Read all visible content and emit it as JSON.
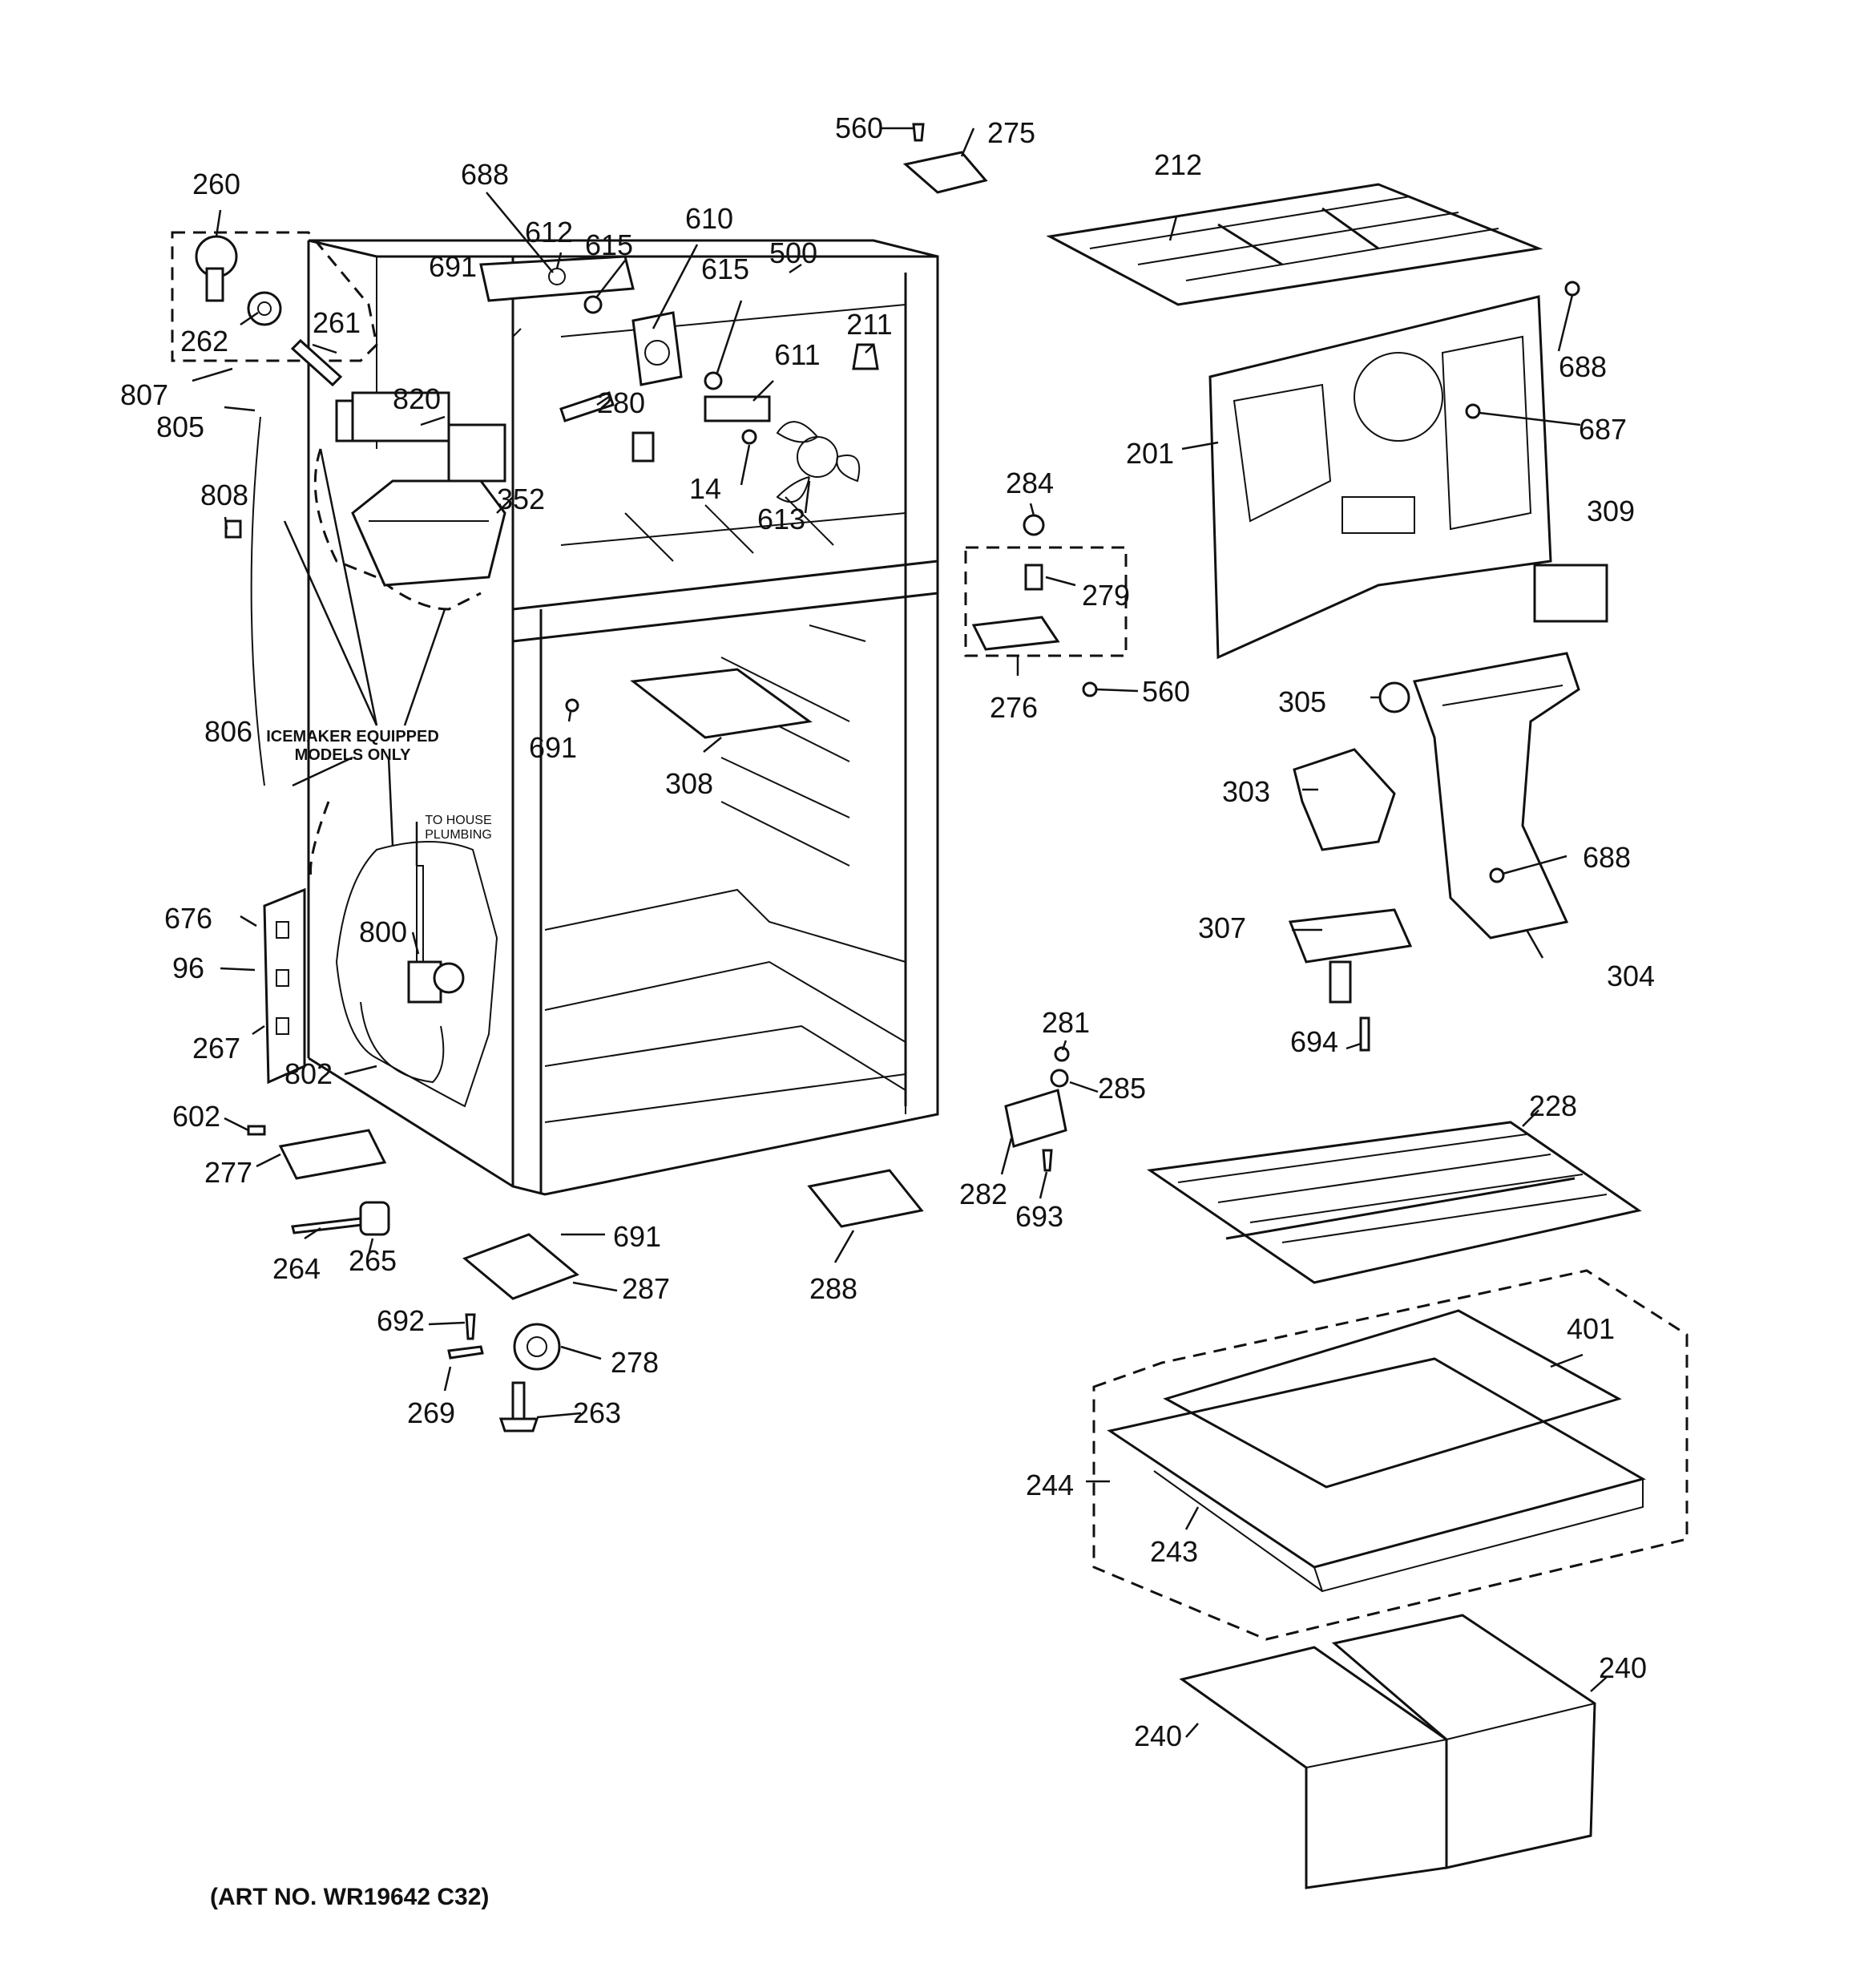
{
  "diagram": {
    "labels": [
      "212",
      "275",
      "560",
      "260",
      "262",
      "261",
      "807",
      "805",
      "688",
      "612",
      "615",
      "691",
      "610",
      "615",
      "500",
      "611",
      "211",
      "820",
      "280",
      "352",
      "14",
      "613",
      "808",
      "806",
      "284",
      "279",
      "276",
      "560",
      "201",
      "688",
      "687",
      "309",
      "305",
      "303",
      "304",
      "307",
      "688",
      "691",
      "308",
      "676",
      "96",
      "267",
      "800",
      "802",
      "602",
      "277",
      "264",
      "265",
      "691",
      "287",
      "288",
      "692",
      "278",
      "269",
      "263",
      "281",
      "285",
      "282",
      "693",
      "228",
      "401",
      "244",
      "243",
      "240",
      "240",
      "694"
    ],
    "notes": {
      "icemaker": "ICEMAKER EQUIPPED\nMODELS ONLY",
      "icemaker_line1": "ICEMAKER EQUIPPED",
      "icemaker_line2": "MODELS ONLY",
      "plumbing_line1": "TO HOUSE",
      "plumbing_line2": "PLUMBING"
    },
    "art_number": "(ART NO. WR19642 C32)"
  }
}
